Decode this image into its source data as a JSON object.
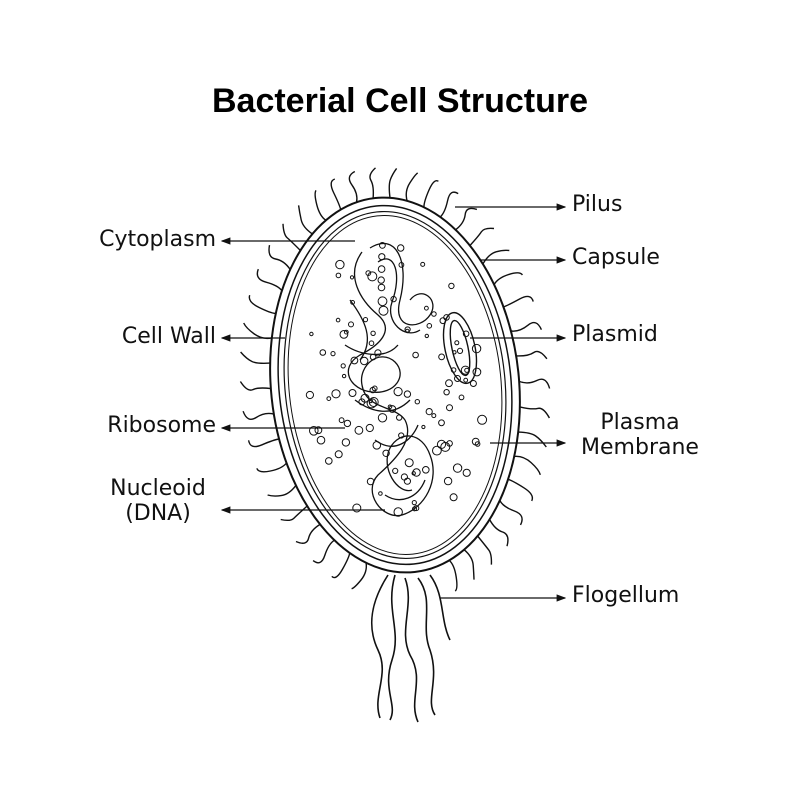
{
  "title": "Bacterial Cell Structure",
  "labels": {
    "pilus": "Pilus",
    "capsule": "Capsule",
    "plasmid": "Plasmid",
    "plasma_line1": "Plasma",
    "plasma_line2": "Membrane",
    "flagellum": "Flogellum",
    "cytoplasm": "Cytoplasm",
    "cell_wall": "Cell Wall",
    "ribosome": "Ribosome",
    "nucleoid_line1": "Nucleoid",
    "nucleoid_line2": "(DNA)"
  },
  "colors": {
    "line": "#111111",
    "background": "#ffffff"
  }
}
